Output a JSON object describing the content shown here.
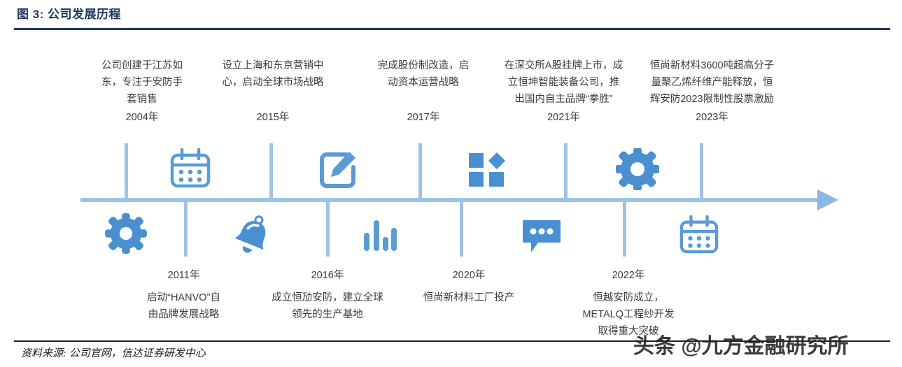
{
  "figure": {
    "title": "图 3: 公司发展历程",
    "source": "资料来源: 公司官网，信达证券研发中心",
    "watermark": "头条 @九方金融研究所",
    "colors": {
      "title": "#1F3864",
      "axis": "#9DC3E6",
      "icon": "#5B9BD5",
      "text": "#3c3c3c"
    }
  },
  "chart_data": {
    "type": "timeline",
    "title": "图 3: 公司发展历程",
    "orientation": "horizontal",
    "axis_direction": "left-to-right-arrow",
    "events": [
      {
        "year": "2004年",
        "side": "top",
        "icon": "calendar-icon",
        "description": "公司创建于江苏如\n东，专注于安防手\n套销售"
      },
      {
        "year": "2011年",
        "side": "bottom",
        "icon": "gear-icon",
        "description": "启动“HANVO”自\n由品牌发展战略"
      },
      {
        "year": "2015年",
        "side": "top",
        "icon": "edit-icon",
        "description": "设立上海和东京营销中\n心，启动全球市场战略"
      },
      {
        "year": "2016年",
        "side": "bottom",
        "icon": "bell-icon",
        "description": "成立恒劢安防，建立全球\n领先的生产基地"
      },
      {
        "year": "2017年",
        "side": "top",
        "icon": "bar-chart-icon",
        "description": "完成股份制改造，启\n动资本运营战略"
      },
      {
        "year": "2020年",
        "side": "bottom",
        "icon": "grid-diamond-icon",
        "description": "恒尚新材料工厂投产"
      },
      {
        "year": "2021年",
        "side": "top",
        "icon": "chat-icon",
        "description": "在深交所A股挂牌上市，成\n立恒坤智能装备公司，推\n出国内自主品牌“拳胜”"
      },
      {
        "year": "2022年",
        "side": "bottom",
        "icon": "settings-gear-icon",
        "description": "恒越安防成立，\nMETALQ工程纱开发\n取得重大突破"
      },
      {
        "year": "2023年",
        "side": "top",
        "icon": "calendar-icon",
        "description": "恒尚新材料3600吨超高分子\n量聚乙烯纤维产能释放，恒\n辉安防2023限制性股票激励"
      }
    ]
  }
}
